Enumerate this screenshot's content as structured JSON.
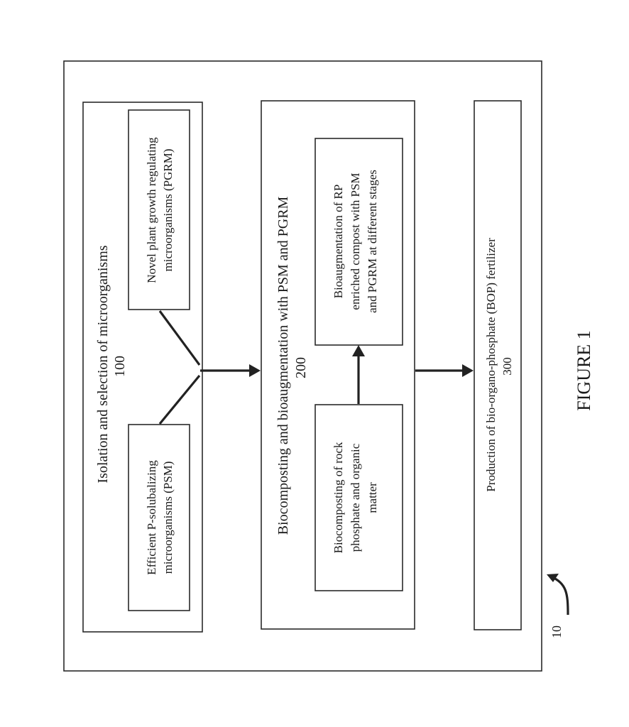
{
  "figure": {
    "caption": "FIGURE 1",
    "reference_numeral": "10"
  },
  "stage_100": {
    "title": "Isolation and selection of microorganisms",
    "number": "100",
    "box_psm": [
      "Efficient P-solubalizing",
      "microorganisms (PSM)"
    ],
    "box_pgrm": [
      "Novel plant growth regulating",
      "microorganisms (PGRM)"
    ]
  },
  "stage_200": {
    "title": "Biocomposting and bioaugmentation with PSM and PGRM",
    "number": "200",
    "box_biocomposting": [
      "Biocomposting of rock",
      "phosphate and organic",
      "matter"
    ],
    "box_bioaugmentation": [
      "Bioaugmentation of RP",
      "enriched compost with PSM",
      "and PGRM at different stages"
    ]
  },
  "stage_300": {
    "title": "Production of bio-organo-phosphate (BOP) fertilizer",
    "number": "300"
  }
}
